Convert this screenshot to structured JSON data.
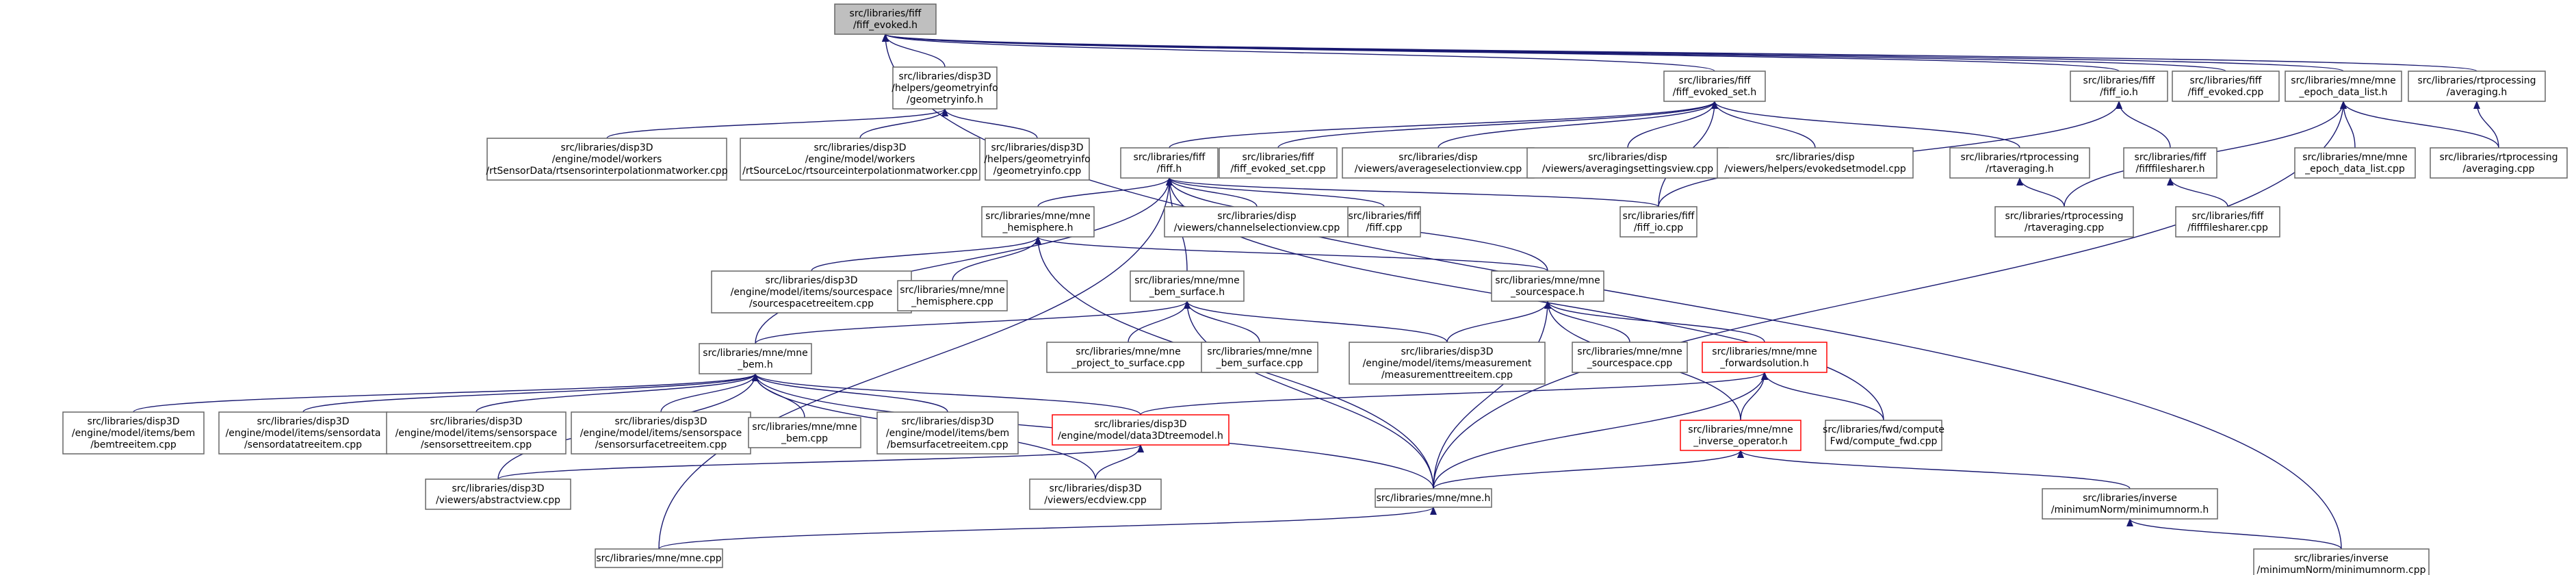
{
  "nodes": [
    {
      "id": "fiff_evoked_h",
      "lines": [
        "src/libraries/fiff",
        "/fiff_evoked.h"
      ],
      "style": "root"
    },
    {
      "id": "geometryinfo_h",
      "lines": [
        "src/libraries/disp3D",
        "/helpers/geometryinfo",
        "/geometryinfo.h"
      ]
    },
    {
      "id": "fiff_evoked_set_h",
      "lines": [
        "src/libraries/fiff",
        "/fiff_evoked_set.h"
      ]
    },
    {
      "id": "fiff_io_h",
      "lines": [
        "src/libraries/fiff",
        "/fiff_io.h"
      ]
    },
    {
      "id": "fiff_evoked_cpp",
      "lines": [
        "src/libraries/fiff",
        "/fiff_evoked.cpp"
      ]
    },
    {
      "id": "mne_epoch_data_list_h",
      "lines": [
        "src/libraries/mne/mne",
        "_epoch_data_list.h"
      ]
    },
    {
      "id": "rtprocessing_averaging_h",
      "lines": [
        "src/libraries/rtprocessing",
        "/averaging.h"
      ]
    },
    {
      "id": "rtsensorinterp_cpp",
      "lines": [
        "src/libraries/disp3D",
        "/engine/model/workers",
        "/rtSensorData/rtsensorinterpolationmatworker.cpp"
      ]
    },
    {
      "id": "rtsourceloc_cpp",
      "lines": [
        "src/libraries/disp3D",
        "/engine/model/workers",
        "/rtSourceLoc/rtsourceinterpolationmatworker.cpp"
      ]
    },
    {
      "id": "geometryinfo_cpp",
      "lines": [
        "src/libraries/disp3D",
        "/helpers/geometryinfo",
        "/geometryinfo.cpp"
      ]
    },
    {
      "id": "fiff_h",
      "lines": [
        "src/libraries/fiff",
        "/fiff.h"
      ]
    },
    {
      "id": "fiff_evoked_set_cpp",
      "lines": [
        "src/libraries/fiff",
        "/fiff_evoked_set.cpp"
      ]
    },
    {
      "id": "averageselectionview_cpp",
      "lines": [
        "src/libraries/disp",
        "/viewers/averageselectionview.cpp"
      ]
    },
    {
      "id": "averagingsettingsview_cpp",
      "lines": [
        "src/libraries/disp",
        "/viewers/averagingsettingsview.cpp"
      ]
    },
    {
      "id": "evokedsetmodel_cpp",
      "lines": [
        "src/libraries/disp",
        "/viewers/helpers/evokedsetmodel.cpp"
      ]
    },
    {
      "id": "rtaveraging_h",
      "lines": [
        "src/libraries/rtprocessing",
        "/rtaveraging.h"
      ]
    },
    {
      "id": "fifffilesharer_h",
      "lines": [
        "src/libraries/fiff",
        "/fifffilesharer.h"
      ]
    },
    {
      "id": "mne_epoch_data_list_cpp",
      "lines": [
        "src/libraries/mne/mne",
        "_epoch_data_list.cpp"
      ]
    },
    {
      "id": "rtprocessing_averaging_cpp",
      "lines": [
        "src/libraries/rtprocessing",
        "/averaging.cpp"
      ]
    },
    {
      "id": "mne_hemisphere_h",
      "lines": [
        "src/libraries/mne/mne",
        "_hemisphere.h"
      ]
    },
    {
      "id": "channelselectionview_cpp",
      "lines": [
        "src/libraries/disp",
        "/viewers/channelselectionview.cpp"
      ]
    },
    {
      "id": "fiff_cpp",
      "lines": [
        "src/libraries/fiff",
        "/fiff.cpp"
      ]
    },
    {
      "id": "fiff_io_cpp",
      "lines": [
        "src/libraries/fiff",
        "/fiff_io.cpp"
      ]
    },
    {
      "id": "rtaveraging_cpp",
      "lines": [
        "src/libraries/rtprocessing",
        "/rtaveraging.cpp"
      ]
    },
    {
      "id": "fifffilesharer_cpp",
      "lines": [
        "src/libraries/fiff",
        "/fifffilesharer.cpp"
      ]
    },
    {
      "id": "sourcespacetreeitem_cpp",
      "lines": [
        "src/libraries/disp3D",
        "/engine/model/items/sourcespace",
        "/sourcespacetreeitem.cpp"
      ]
    },
    {
      "id": "mne_hemisphere_cpp",
      "lines": [
        "src/libraries/mne/mne",
        "_hemisphere.cpp"
      ]
    },
    {
      "id": "mne_sourcespace_h",
      "lines": [
        "src/libraries/mne/mne",
        "_sourcespace.h"
      ]
    },
    {
      "id": "mne_bem_surface_h",
      "lines": [
        "src/libraries/mne/mne",
        "_bem_surface.h"
      ]
    },
    {
      "id": "mne_bem_h",
      "lines": [
        "src/libraries/mne/mne",
        "_bem.h"
      ]
    },
    {
      "id": "project_to_surface_cpp",
      "lines": [
        "src/libraries/mne/mne",
        "_project_to_surface.cpp"
      ]
    },
    {
      "id": "mne_bem_surface_cpp",
      "lines": [
        "src/libraries/mne/mne",
        "_bem_surface.cpp"
      ]
    },
    {
      "id": "measurementtreeitem_cpp",
      "lines": [
        "src/libraries/disp3D",
        "/engine/model/items/measurement",
        "/measurementtreeitem.cpp"
      ]
    },
    {
      "id": "mne_sourcespace_cpp",
      "lines": [
        "src/libraries/mne/mne",
        "_sourcespace.cpp"
      ]
    },
    {
      "id": "mne_forwardsolution_h",
      "lines": [
        "src/libraries/mne/mne",
        "_forwardsolution.h"
      ],
      "style": "red"
    },
    {
      "id": "bemtreeitem_cpp",
      "lines": [
        "src/libraries/disp3D",
        "/engine/model/items/bem",
        "/bemtreeitem.cpp"
      ]
    },
    {
      "id": "sensordatatreeitem_cpp",
      "lines": [
        "src/libraries/disp3D",
        "/engine/model/items/sensordata",
        "/sensordatatreeitem.cpp"
      ]
    },
    {
      "id": "sensorsettreeitem_cpp",
      "lines": [
        "src/libraries/disp3D",
        "/engine/model/items/sensorspace",
        "/sensorsettreeitem.cpp"
      ]
    },
    {
      "id": "sensorsurfacetreeitem_cpp",
      "lines": [
        "src/libraries/disp3D",
        "/engine/model/items/sensorspace",
        "/sensorsurfacetreeitem.cpp"
      ]
    },
    {
      "id": "mne_bem_cpp",
      "lines": [
        "src/libraries/mne/mne",
        "_bem.cpp"
      ]
    },
    {
      "id": "bemsurfacetreeitem_cpp",
      "lines": [
        "src/libraries/disp3D",
        "/engine/model/items/bem",
        "/bemsurfacetreeitem.cpp"
      ]
    },
    {
      "id": "data3dtreemodel_h",
      "lines": [
        "src/libraries/disp3D",
        "/engine/model/data3Dtreemodel.h"
      ],
      "style": "red"
    },
    {
      "id": "mne_inverse_operator_h",
      "lines": [
        "src/libraries/mne/mne",
        "_inverse_operator.h"
      ],
      "style": "red"
    },
    {
      "id": "compute_fwd_cpp",
      "lines": [
        "src/libraries/fwd/compute",
        "Fwd/compute_fwd.cpp"
      ]
    },
    {
      "id": "abstractview_cpp",
      "lines": [
        "src/libraries/disp3D",
        "/viewers/abstractview.cpp"
      ]
    },
    {
      "id": "ecdview_cpp",
      "lines": [
        "src/libraries/disp3D",
        "/viewers/ecdview.cpp"
      ]
    },
    {
      "id": "mne_h",
      "lines": [
        "src/libraries/mne/mne.h"
      ]
    },
    {
      "id": "minimumnorm_h",
      "lines": [
        "src/libraries/inverse",
        "/minimumNorm/minimumnorm.h"
      ]
    },
    {
      "id": "mne_cpp",
      "lines": [
        "src/libraries/mne/mne.cpp"
      ]
    },
    {
      "id": "minimumnorm_cpp",
      "lines": [
        "src/libraries/inverse",
        "/minimumNorm/minimumnorm.cpp"
      ]
    }
  ],
  "edges": [
    [
      "geometryinfo_h",
      "fiff_evoked_h"
    ],
    [
      "fiff_evoked_set_h",
      "fiff_evoked_h"
    ],
    [
      "fiff_io_h",
      "fiff_evoked_h"
    ],
    [
      "fiff_evoked_cpp",
      "fiff_evoked_h"
    ],
    [
      "mne_epoch_data_list_h",
      "fiff_evoked_h"
    ],
    [
      "rtprocessing_averaging_h",
      "fiff_evoked_h"
    ],
    [
      "minimumnorm_cpp",
      "fiff_evoked_h"
    ],
    [
      "rtsensorinterp_cpp",
      "geometryinfo_h"
    ],
    [
      "rtsourceloc_cpp",
      "geometryinfo_h"
    ],
    [
      "geometryinfo_cpp",
      "geometryinfo_h"
    ],
    [
      "fiff_h",
      "fiff_evoked_set_h"
    ],
    [
      "fiff_evoked_set_cpp",
      "fiff_evoked_set_h"
    ],
    [
      "averageselectionview_cpp",
      "fiff_evoked_set_h"
    ],
    [
      "averagingsettingsview_cpp",
      "fiff_evoked_set_h"
    ],
    [
      "evokedsetmodel_cpp",
      "fiff_evoked_set_h"
    ],
    [
      "rtaveraging_h",
      "fiff_evoked_set_h"
    ],
    [
      "fiff_io_cpp",
      "fiff_evoked_set_h"
    ],
    [
      "fiff_io_cpp",
      "fiff_io_h"
    ],
    [
      "fifffilesharer_h",
      "fiff_io_h"
    ],
    [
      "fifffilesharer_cpp",
      "fifffilesharer_h"
    ],
    [
      "rtaveraging_cpp",
      "rtaveraging_h"
    ],
    [
      "mne_epoch_data_list_cpp",
      "mne_epoch_data_list_h"
    ],
    [
      "rtprocessing_averaging_cpp",
      "mne_epoch_data_list_h"
    ],
    [
      "rtaveraging_cpp",
      "mne_epoch_data_list_h"
    ],
    [
      "mne_h",
      "mne_epoch_data_list_h"
    ],
    [
      "rtprocessing_averaging_cpp",
      "rtprocessing_averaging_h"
    ],
    [
      "mne_hemisphere_h",
      "fiff_h"
    ],
    [
      "channelselectionview_cpp",
      "fiff_h"
    ],
    [
      "fiff_cpp",
      "fiff_h"
    ],
    [
      "fiff_io_cpp",
      "fiff_h"
    ],
    [
      "mne_bem_surface_h",
      "fiff_h"
    ],
    [
      "mne_sourcespace_h",
      "fiff_h"
    ],
    [
      "mne_bem_h",
      "fiff_h"
    ],
    [
      "mne_cpp",
      "fiff_h"
    ],
    [
      "compute_fwd_cpp",
      "fiff_h"
    ],
    [
      "sourcespacetreeitem_cpp",
      "mne_hemisphere_h"
    ],
    [
      "mne_hemisphere_cpp",
      "mne_hemisphere_h"
    ],
    [
      "mne_sourcespace_h",
      "mne_hemisphere_h"
    ],
    [
      "mne_h",
      "mne_hemisphere_h"
    ],
    [
      "mne_bem_h",
      "mne_bem_surface_h"
    ],
    [
      "project_to_surface_cpp",
      "mne_bem_surface_h"
    ],
    [
      "mne_bem_surface_cpp",
      "mne_bem_surface_h"
    ],
    [
      "measurementtreeitem_cpp",
      "mne_bem_surface_h"
    ],
    [
      "mne_h",
      "mne_bem_surface_h"
    ],
    [
      "measurementtreeitem_cpp",
      "mne_sourcespace_h"
    ],
    [
      "mne_sourcespace_cpp",
      "mne_sourcespace_h"
    ],
    [
      "mne_forwardsolution_h",
      "mne_sourcespace_h"
    ],
    [
      "mne_inverse_operator_h",
      "mne_sourcespace_h"
    ],
    [
      "mne_h",
      "mne_sourcespace_h"
    ],
    [
      "bemtreeitem_cpp",
      "mne_bem_h"
    ],
    [
      "sensordatatreeitem_cpp",
      "mne_bem_h"
    ],
    [
      "sensorsettreeitem_cpp",
      "mne_bem_h"
    ],
    [
      "sensorsurfacetreeitem_cpp",
      "mne_bem_h"
    ],
    [
      "mne_bem_cpp",
      "mne_bem_h"
    ],
    [
      "bemsurfacetreeitem_cpp",
      "mne_bem_h"
    ],
    [
      "data3dtreemodel_h",
      "mne_bem_h"
    ],
    [
      "abstractview_cpp",
      "mne_bem_h"
    ],
    [
      "ecdview_cpp",
      "mne_bem_h"
    ],
    [
      "mne_h",
      "mne_bem_h"
    ],
    [
      "data3dtreemodel_h",
      "mne_forwardsolution_h"
    ],
    [
      "mne_inverse_operator_h",
      "mne_forwardsolution_h"
    ],
    [
      "compute_fwd_cpp",
      "mne_forwardsolution_h"
    ],
    [
      "mne_h",
      "mne_forwardsolution_h"
    ],
    [
      "abstractview_cpp",
      "data3dtreemodel_h"
    ],
    [
      "ecdview_cpp",
      "data3dtreemodel_h"
    ],
    [
      "mne_h",
      "mne_inverse_operator_h"
    ],
    [
      "minimumnorm_h",
      "mne_inverse_operator_h"
    ],
    [
      "mne_cpp",
      "mne_h"
    ],
    [
      "minimumnorm_cpp",
      "minimumnorm_h"
    ]
  ]
}
